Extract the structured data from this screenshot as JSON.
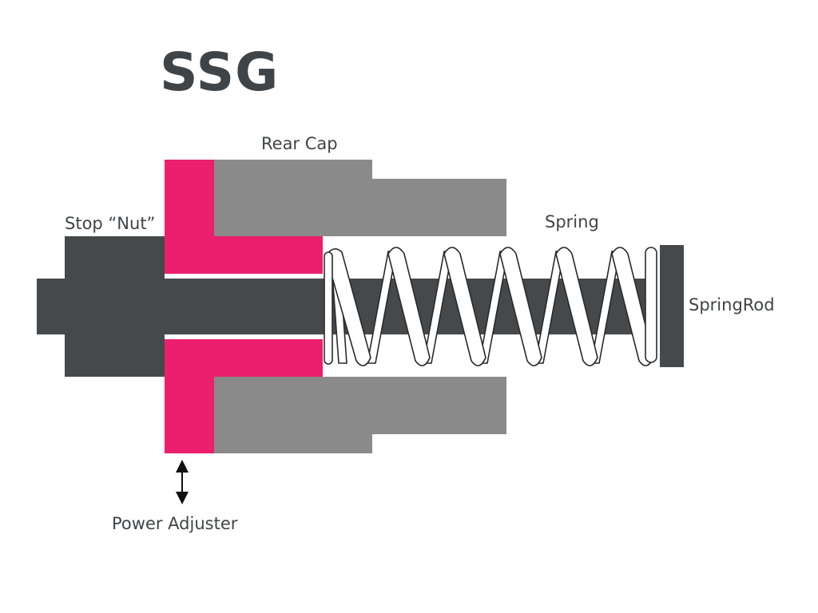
{
  "title": "SSG",
  "labels": {
    "rear_cap": "Rear Cap",
    "stop_nut": "Stop “Nut”",
    "spring": "Spring",
    "spring_rod": "SpringRod",
    "power_adjuster": "Power Adjuster"
  },
  "colors": {
    "text": "#3f4448",
    "rod": "#46494c",
    "rear_cap": "#8a8a8a",
    "power_adjuster": "#eb1f6e",
    "spring_fill": "#ffffff",
    "spring_stroke": "#2a2a2a",
    "background": "#ffffff"
  },
  "icons": {
    "adjuster_arrow": "double-headed-vertical-arrow-icon"
  }
}
